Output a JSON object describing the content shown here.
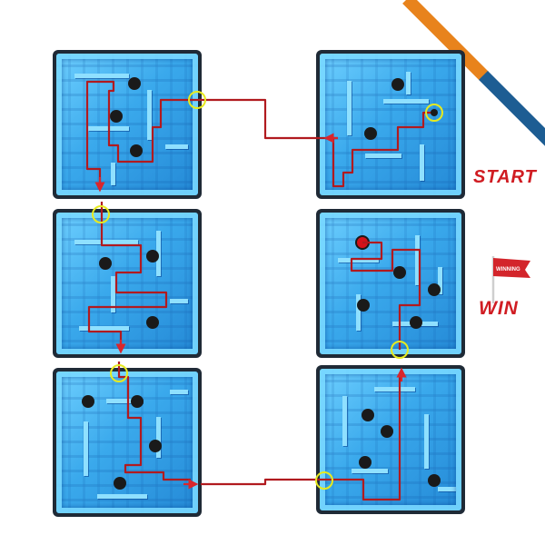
{
  "labels": {
    "start": "START",
    "win": "WIN",
    "flag_text": "WINNING"
  },
  "colors": {
    "path": "#b11a1f",
    "arrow": "#d9262c",
    "marker_ring": "#e7ea1f",
    "label": "#d01c22",
    "stripe_orange": "#e8831c",
    "stripe_blue": "#1d5d93",
    "ball": "#1a1a1a",
    "start_ball": "#d4121a"
  }
}
